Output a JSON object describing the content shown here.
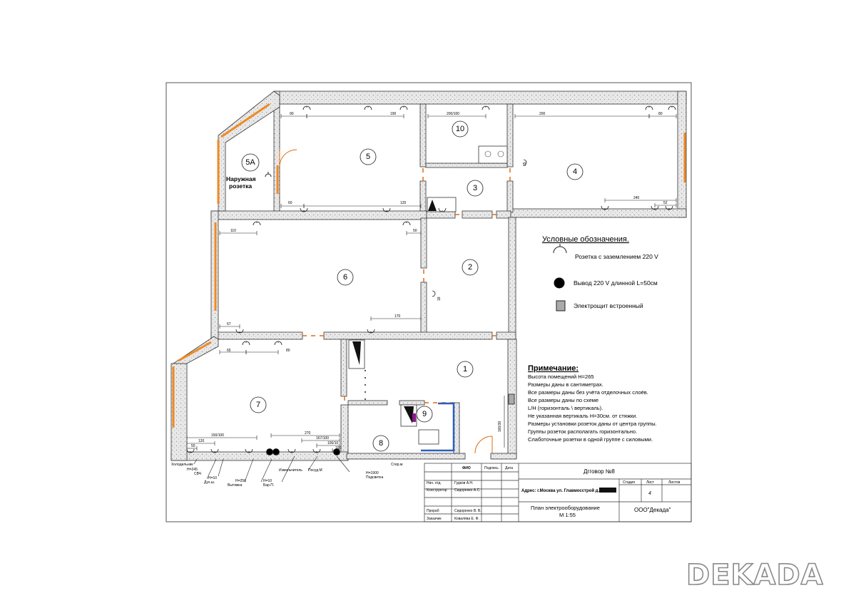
{
  "rooms": {
    "r1": "1",
    "r2": "2",
    "r3": "3",
    "r4": "4",
    "r5": "5",
    "r5a": "5A",
    "r6": "6",
    "r7": "7",
    "r8": "8",
    "r9": "9",
    "r10": "10"
  },
  "outdoor_socket": {
    "line1": "Наружная",
    "line2": "розетка"
  },
  "legend": {
    "title": "Условные обозначения.",
    "socket": "Розетка с заземлением 220 V",
    "outlet": "Вывод 220 V длинной L=50см",
    "panel": "Электрощит встроенный"
  },
  "notes": {
    "title": "Примечание:",
    "lines": [
      "Высота помещений Н=265",
      "Размеры даны в сантиметрах.",
      "Все размеры даны без учёта отделочных слоёв.",
      "Все размеры даны по схеме",
      "L/H (горизонталь \\ вертикаль).",
      "Не указанная вертикаль Н=30см. от стяжки.",
      "Размеры установки розеток даны от центра группы.",
      "Группы розеток располагать горизонтально.",
      "Слаботочные розетки в одной группе с силовыми."
    ]
  },
  "dimensions": {
    "d5a": "90",
    "d5b": "190",
    "d5c": "60",
    "d5d": "120",
    "d10": "200/100",
    "d4a": "200",
    "d4b": "80",
    "d4c": "240",
    "d4d": "52",
    "d6a": "110",
    "d6b": "50",
    "d6c": "170",
    "d6d": "67",
    "d6e": "65",
    "d6f": "80",
    "d7a": "150/100",
    "d7b": "120",
    "d7c": "50",
    "d7d": "270",
    "d7e": "167/100",
    "d7f": "100/10",
    "d7g": "100",
    "d1": "160/30",
    "d2": "18",
    "d3": "15"
  },
  "kitchen_labels": {
    "fridge": "Холодильник",
    "h245": "Н=245",
    "svch": "СВЧ",
    "h10a": "Н=10",
    "oven": "Дух.ш.",
    "h250": "Н=250",
    "hood": "Вытяжка",
    "h10b": "Н=10",
    "bar": "Бар.П.",
    "grinder": "Измельчитель",
    "dishwasher": "Посуд.М",
    "h1900": "Н=1900",
    "light": "Подсветка",
    "washer": "Стир.м."
  },
  "title_block": {
    "fio": "ФИО",
    "sign": "Подпись",
    "date": "Дата",
    "row1_role": "Нач. отд.",
    "row1_name": "Гудков А.Н.",
    "row2_role": "Конструктор",
    "row2_name": "Сидоренко А.С.",
    "row3_role": "Прораб",
    "row3_name": "Сидоренко В. В.",
    "row4_role": "Заказчик",
    "row4_name": "Ковалёва Е. Ф.",
    "contract": "Дгговор №8",
    "address": "Адрес: г.Москва ул. Главмосстрой д.",
    "stage": "Стадия",
    "sheet": "Лист",
    "sheets": "Листов",
    "sheet_no": "4",
    "plan_line1": "План электрооборудование",
    "plan_line2": "М 1:55",
    "company": "ООО\"Декада\""
  },
  "logo": "DEKADA",
  "colors": {
    "window": "#f08a24",
    "pipe": "#2a5fb8",
    "riser": "#8a1a8a",
    "wall": "#dcdcdc"
  }
}
